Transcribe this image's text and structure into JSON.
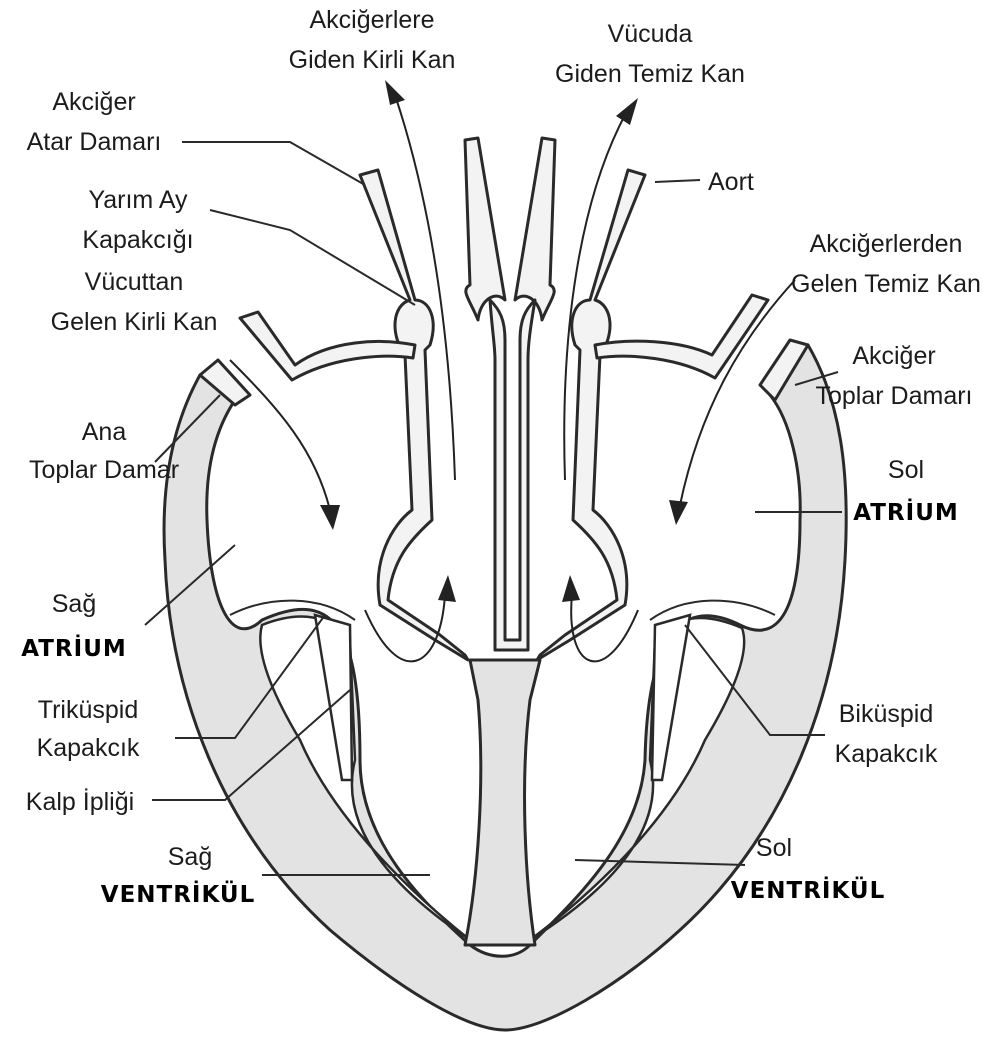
{
  "labels": {
    "akcigerlere_1": "Akciğerlere",
    "akcigerlere_2": "Giden Kirli Kan",
    "vucuda_1": "Vücuda",
    "vucuda_2": "Giden Temiz Kan",
    "akciger_atar_1": "Akciğer",
    "akciger_atar_2": "Atar Damarı",
    "aort": "Aort",
    "yarim_ay_1": "Yarım Ay",
    "yarim_ay_2": "Kapakcığı",
    "akcigerlerden_1": "Akciğerlerden",
    "akcigerlerden_2": "Gelen Temiz Kan",
    "vucuttan_1": "Vücuttan",
    "vucuttan_2": "Gelen Kirli Kan",
    "akciger_toplar_1": "Akciğer",
    "akciger_toplar_2": "Toplar Damarı",
    "ana_toplar_1": "Ana",
    "ana_toplar_2": "Toplar Damar",
    "sol_atrium_1": "Sol",
    "sol_atrium_2": "ATRİUM",
    "sag_atrium_1": "Sağ",
    "sag_atrium_2": "ATRİUM",
    "trikuspid_1": "Triküspid",
    "trikuspid_2": "Kapakcık",
    "bikuspid_1": "Biküspid",
    "bikuspid_2": "Kapakcık",
    "kalp_ipligi": "Kalp İpliği",
    "sag_ventrikul_1": "Sağ",
    "sag_ventrikul_2": "VENTRİKÜL",
    "sol_ventrikul_1": "Sol",
    "sol_ventrikul_2": "VENTRİKÜL"
  }
}
